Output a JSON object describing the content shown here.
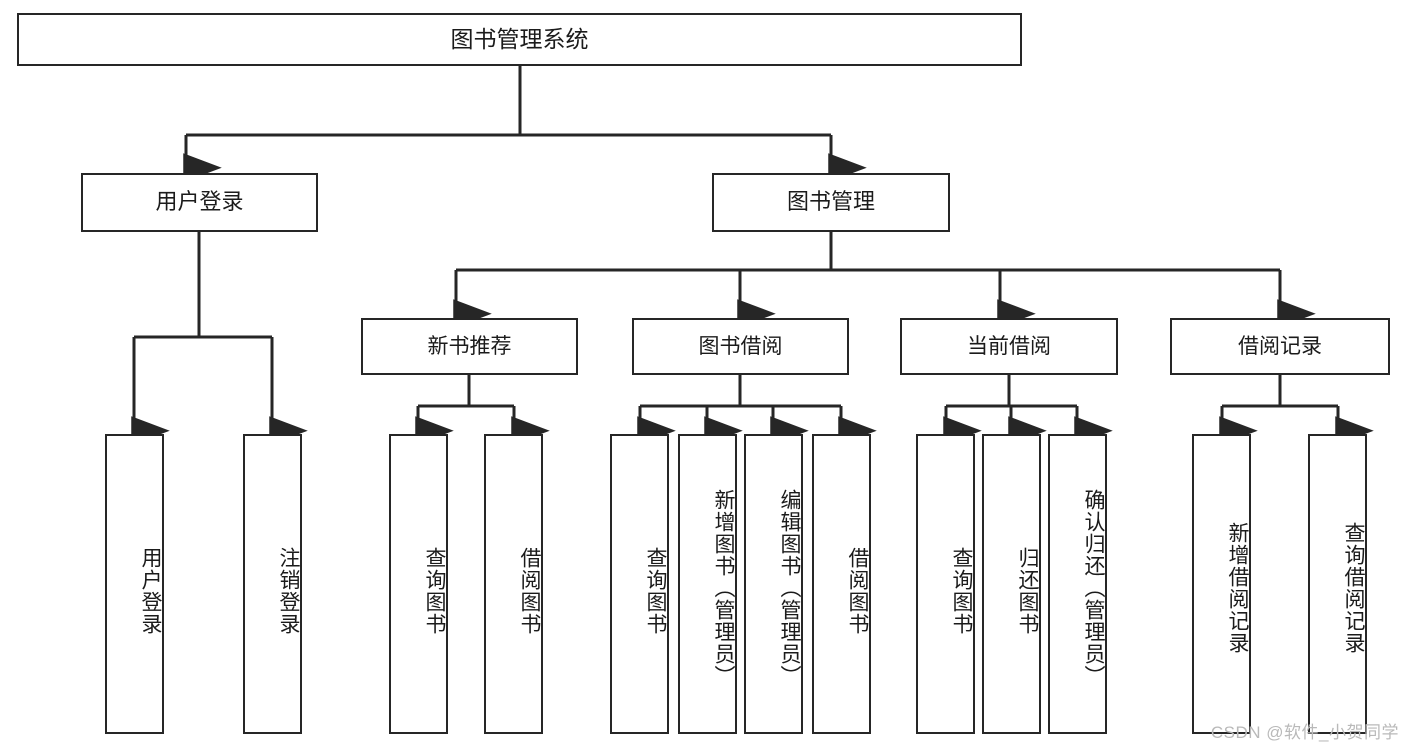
{
  "diagram": {
    "title": "图书管理系统",
    "type": "tree",
    "orientation": "top-down",
    "line_color": "#262626",
    "box_fill": "#ffffff",
    "text_color": "#1b1b1b",
    "root": {
      "id": "root",
      "label": "图书管理系统"
    },
    "level1": [
      {
        "id": "user-login",
        "label": "用户登录"
      },
      {
        "id": "book-manage",
        "label": "图书管理"
      }
    ],
    "level2": [
      {
        "id": "new-book-rec",
        "label": "新书推荐",
        "parent": "book-manage"
      },
      {
        "id": "book-borrow",
        "label": "图书借阅",
        "parent": "book-manage"
      },
      {
        "id": "current-borrow",
        "label": "当前借阅",
        "parent": "book-manage"
      },
      {
        "id": "borrow-record",
        "label": "借阅记录",
        "parent": "book-manage"
      }
    ],
    "leaves": [
      {
        "id": "leaf-user-login",
        "label": "用户登录",
        "parent": "user-login"
      },
      {
        "id": "leaf-logout",
        "label": "注销登录",
        "parent": "user-login"
      },
      {
        "id": "leaf-query-book-1",
        "label": "查询图书",
        "parent": "new-book-rec"
      },
      {
        "id": "leaf-borrow-book-1",
        "label": "借阅图书",
        "parent": "new-book-rec"
      },
      {
        "id": "leaf-query-book-2",
        "label": "查询图书",
        "parent": "book-borrow"
      },
      {
        "id": "leaf-add-book",
        "label": "新增图书（管理员）",
        "parent": "book-borrow"
      },
      {
        "id": "leaf-edit-book",
        "label": "编辑图书（管理员）",
        "parent": "book-borrow"
      },
      {
        "id": "leaf-borrow-book-2",
        "label": "借阅图书",
        "parent": "book-borrow"
      },
      {
        "id": "leaf-query-book-3",
        "label": "查询图书",
        "parent": "current-borrow"
      },
      {
        "id": "leaf-return-book",
        "label": "归还图书",
        "parent": "current-borrow"
      },
      {
        "id": "leaf-confirm-return",
        "label": "确认归还（管理员）",
        "parent": "current-borrow"
      },
      {
        "id": "leaf-add-record",
        "label": "新增借阅记录",
        "parent": "borrow-record"
      },
      {
        "id": "leaf-query-record",
        "label": "查询借阅记录",
        "parent": "borrow-record"
      }
    ]
  },
  "watermark": {
    "text": "CSDN @软件_小贺同学"
  }
}
